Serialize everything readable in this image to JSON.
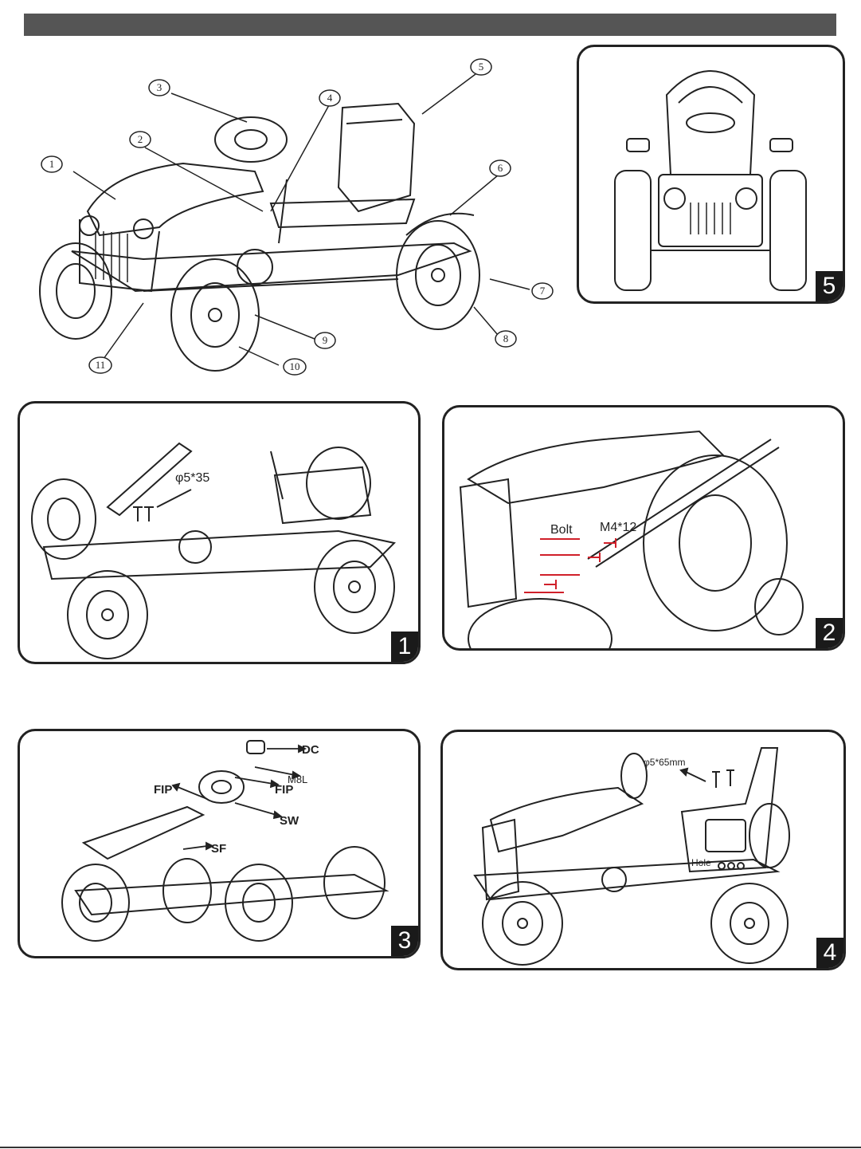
{
  "overview": {
    "callouts": [
      "1",
      "2",
      "3",
      "4",
      "5",
      "6",
      "7",
      "8",
      "9",
      "10",
      "11"
    ]
  },
  "steps": [
    {
      "badge": "5"
    },
    {
      "badge": "1",
      "labels": {
        "screw": "φ5*35"
      }
    },
    {
      "badge": "2",
      "labels": {
        "bolt": "Bolt",
        "screw": "M4*12"
      }
    },
    {
      "badge": "3",
      "labels": {
        "dc": "DC",
        "m8l": "M8L",
        "fip_left": "FIP",
        "fip_right": "FIP",
        "sw": "SW",
        "sf": "SF"
      }
    },
    {
      "badge": "4",
      "labels": {
        "screw": "φ5*65mm",
        "hole": "Hole"
      }
    }
  ],
  "colors": {
    "header": "#555555",
    "badge": "#1a1a1a",
    "accent_red": "#d0202a"
  }
}
